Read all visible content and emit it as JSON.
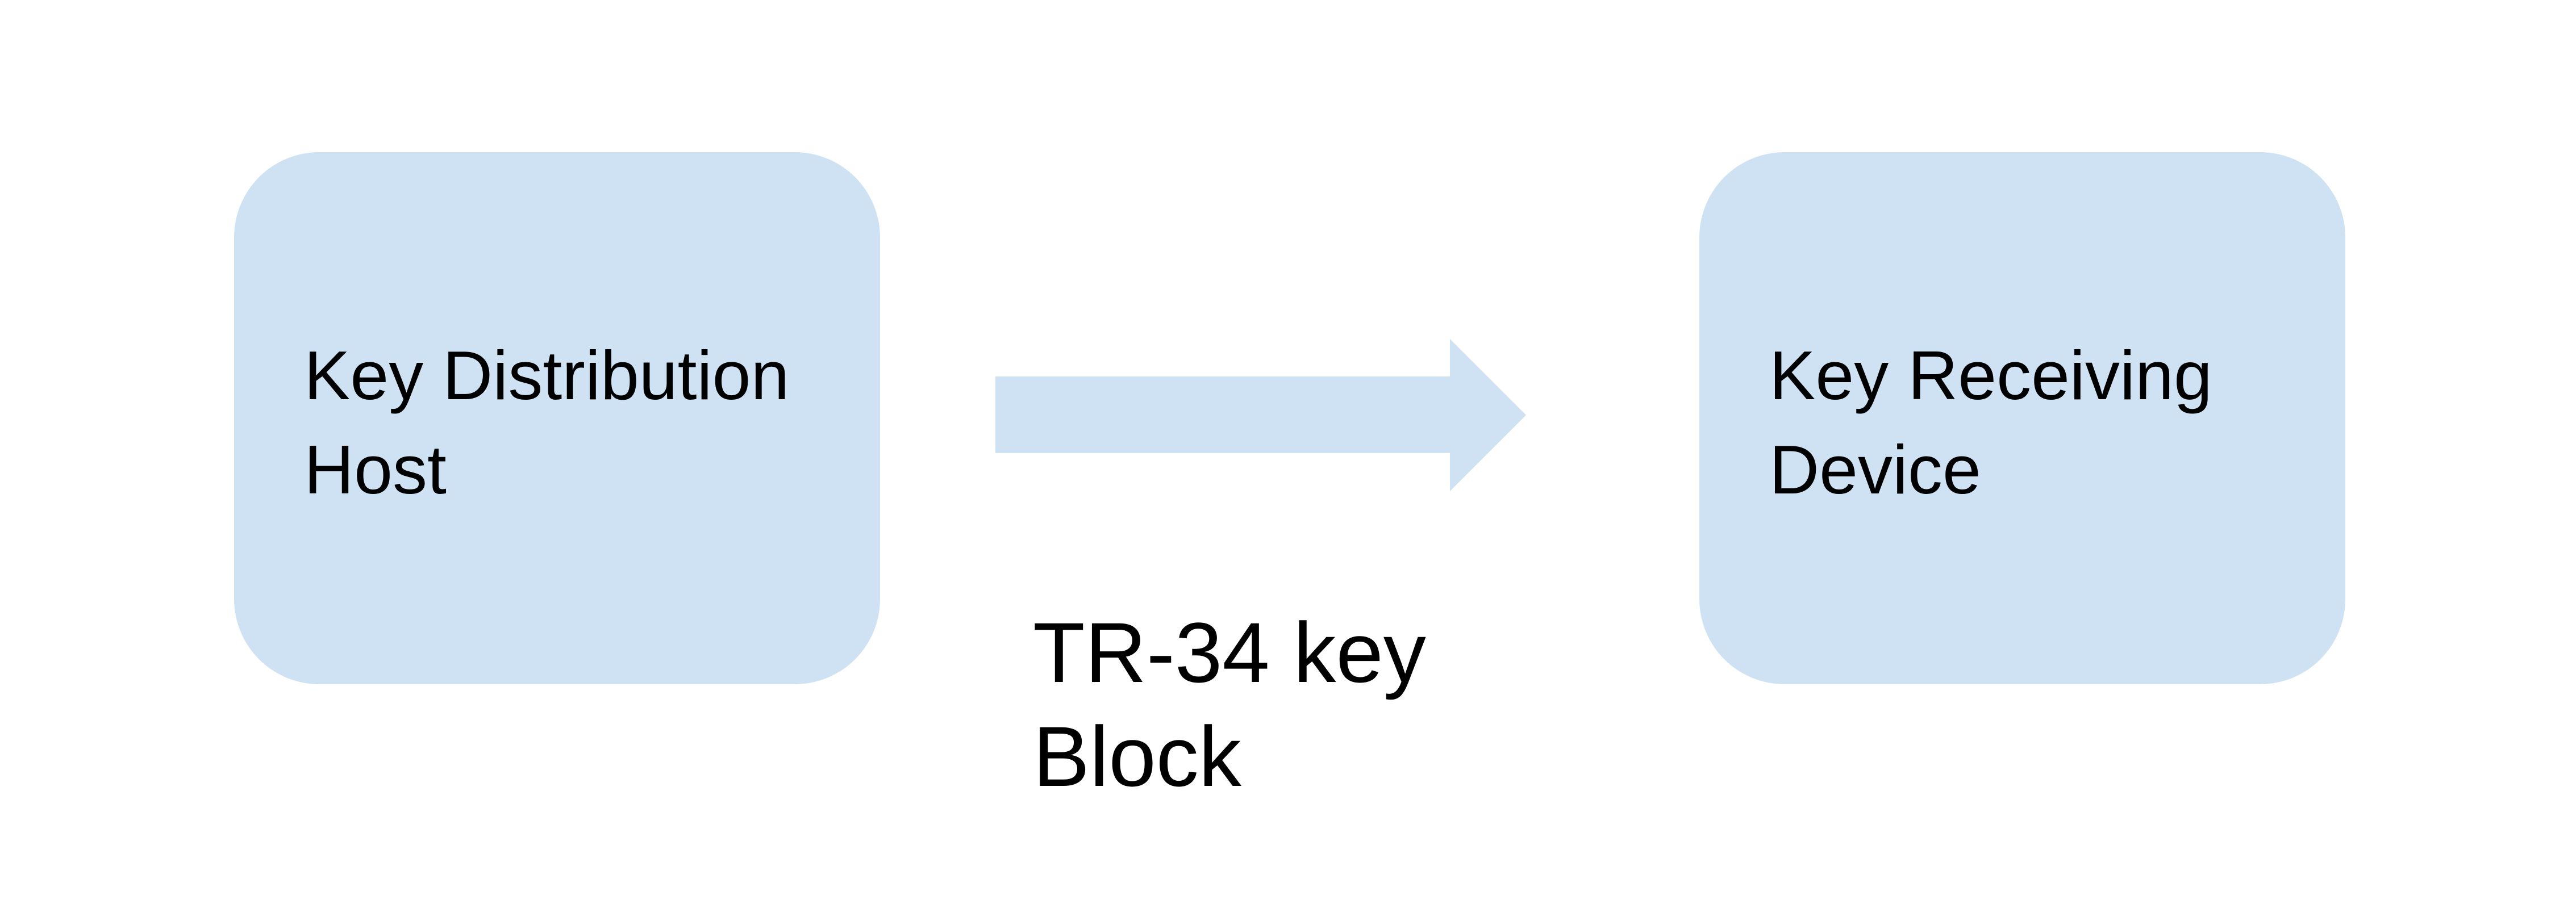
{
  "colors": {
    "background": "#ffffff",
    "node_fill": "#cfe2f3",
    "arrow_fill": "#cfe2f3",
    "text": "#000000"
  },
  "nodes": [
    {
      "id": "host",
      "label": "Key Distribution\nHost"
    },
    {
      "id": "device",
      "label": "Key Receiving\nDevice"
    }
  ],
  "edge": {
    "from": "host",
    "to": "device",
    "label": "TR-34 key\nBlock"
  }
}
